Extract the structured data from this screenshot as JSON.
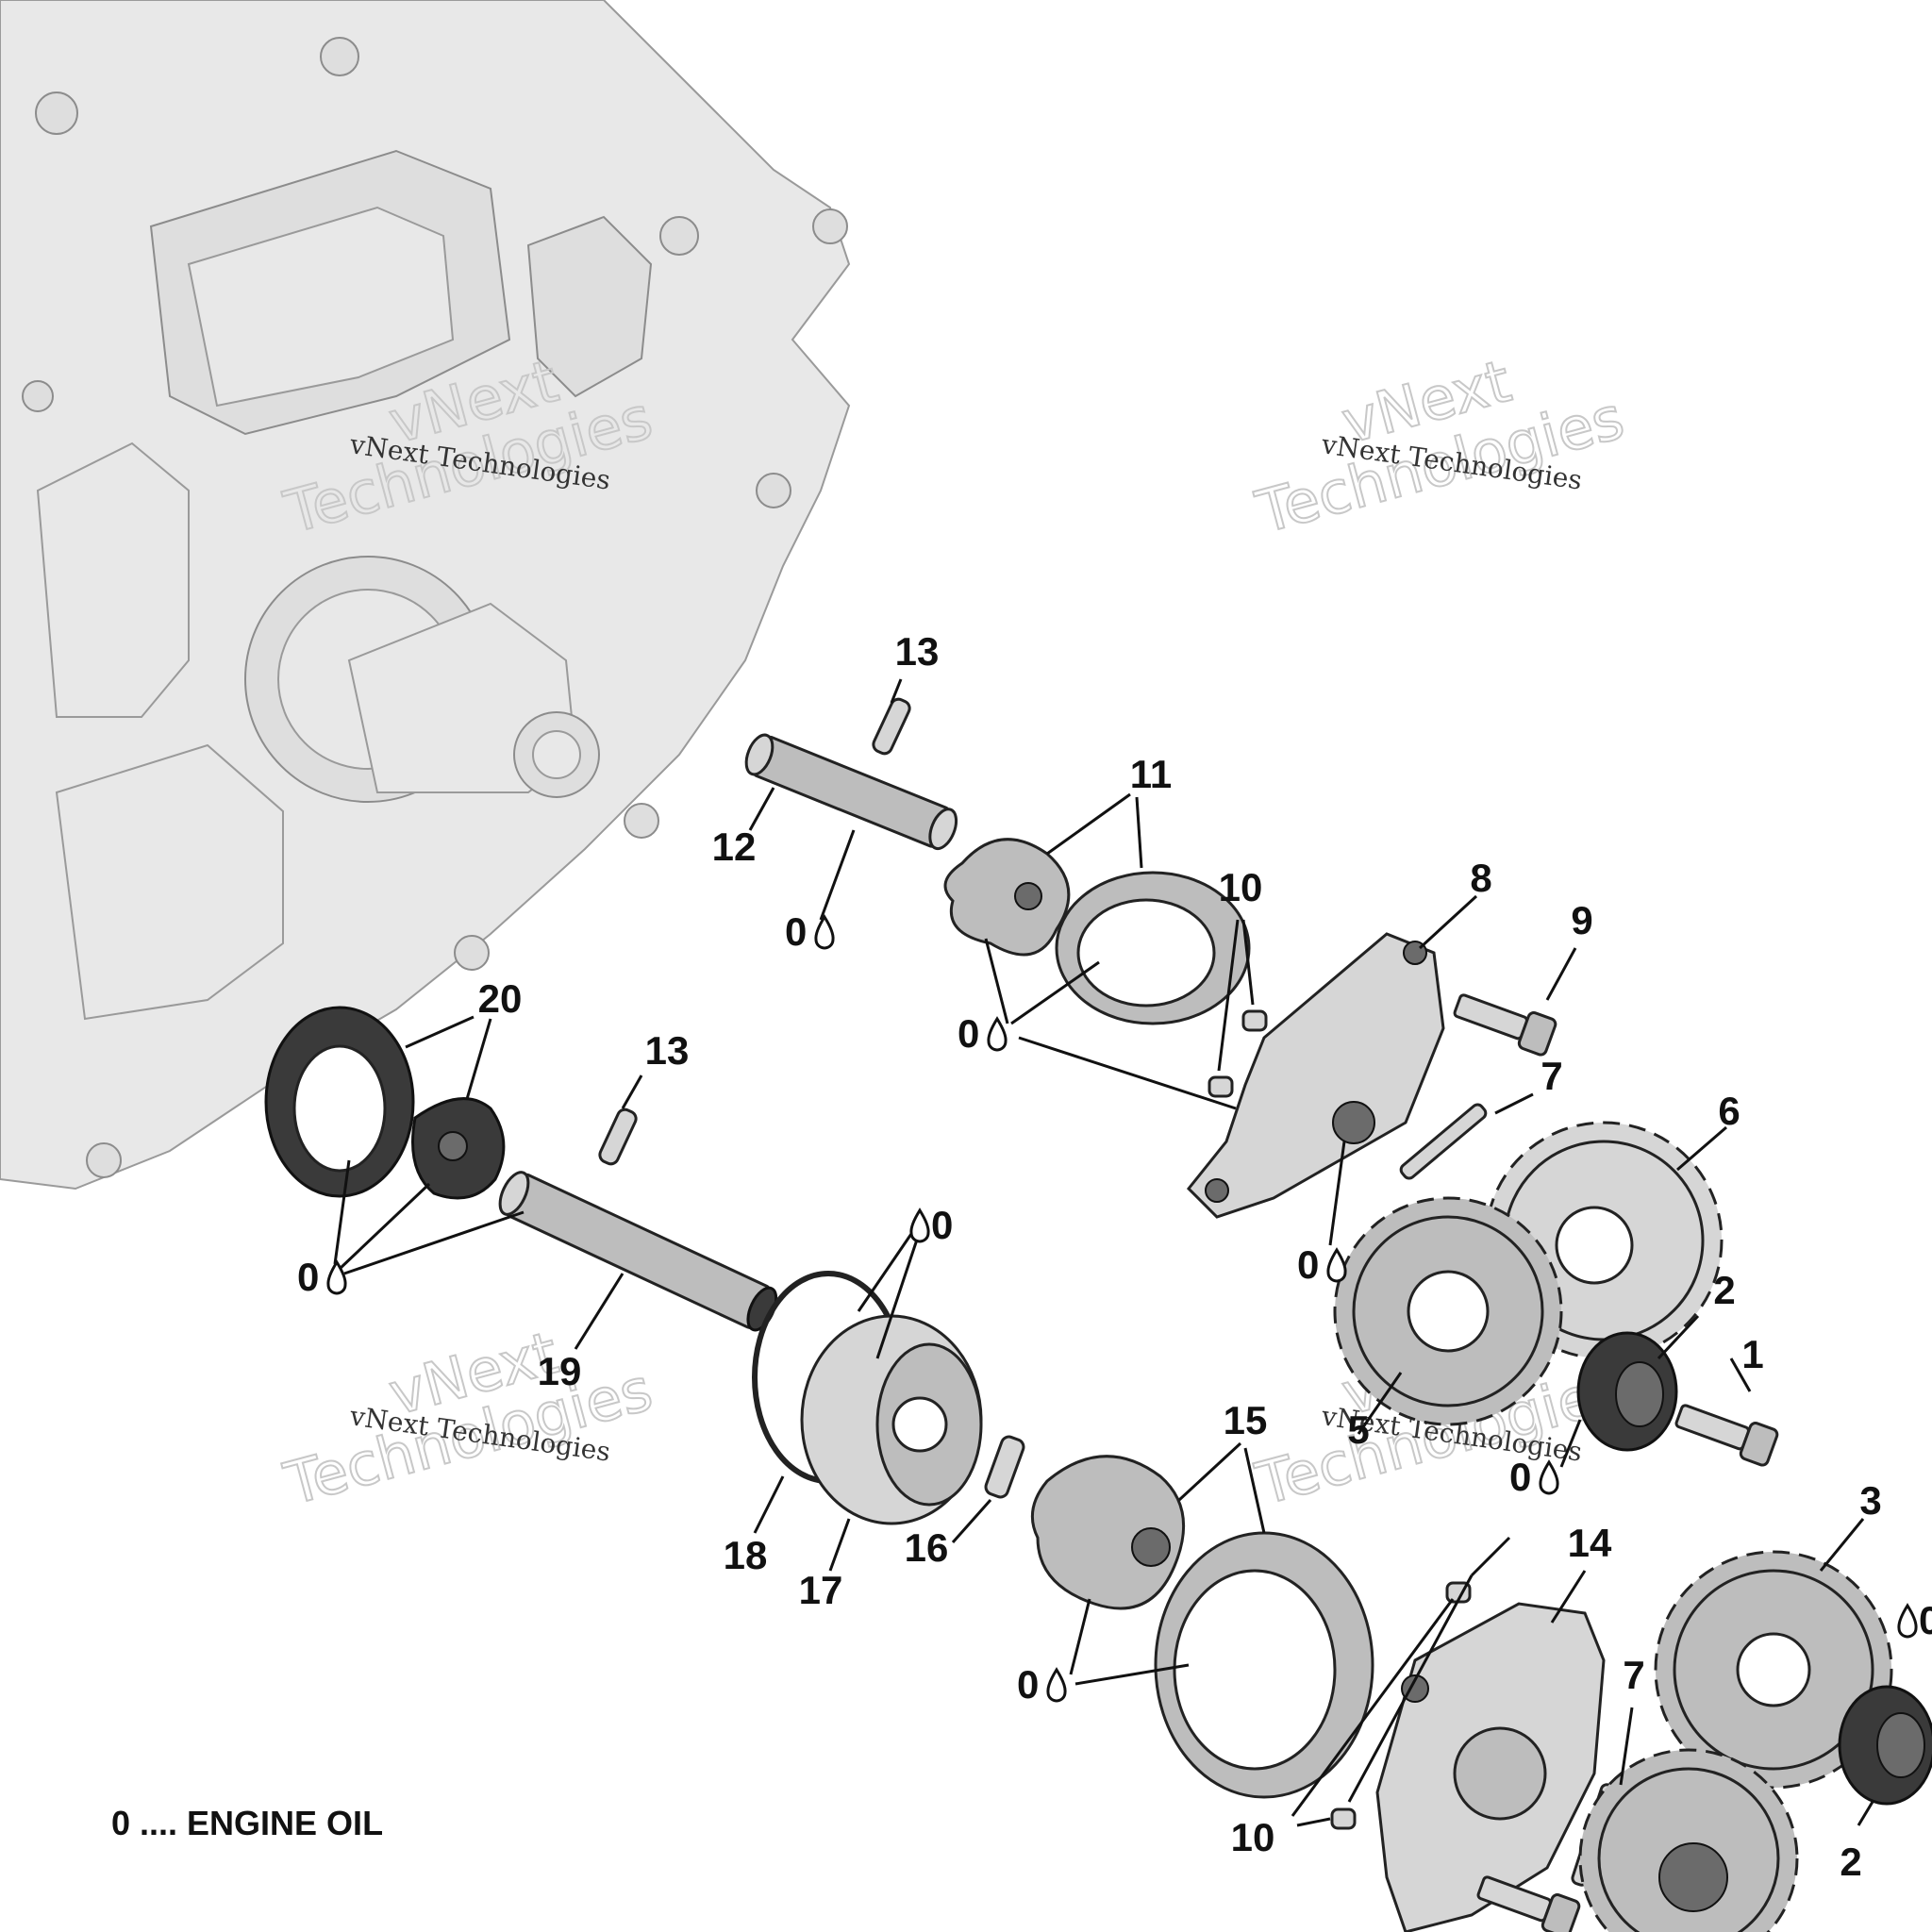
{
  "callouts": {
    "c1": "1",
    "c2a": "2",
    "c2b": "2",
    "c3": "3",
    "c5": "5",
    "c6": "6",
    "c7a": "7",
    "c7b": "7",
    "c8": "8",
    "c9": "9",
    "c10a": "10",
    "c10b": "10",
    "c11": "11",
    "c12": "12",
    "c13a": "13",
    "c13b": "13",
    "c14": "14",
    "c15": "15",
    "c16": "16",
    "c17": "17",
    "c18": "18",
    "c19": "19",
    "c20": "20"
  },
  "oil_marker": "0",
  "legend": "0 .... ENGINE OIL",
  "watermark": {
    "line_small": "vNext Technologies",
    "line_big_1": "vNext",
    "line_big_2": "Technologies"
  },
  "icons": {
    "oil_drop": "oil-drop-icon"
  }
}
